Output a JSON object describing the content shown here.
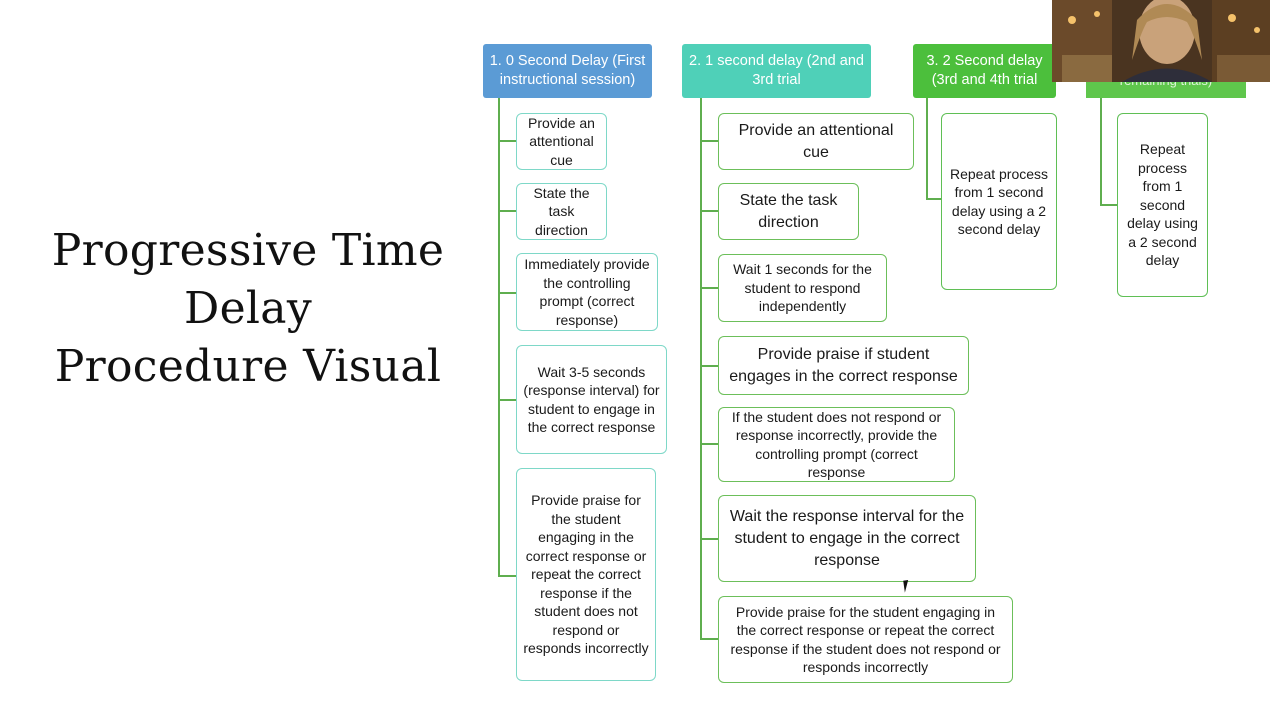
{
  "slide": {
    "title_lines": [
      "Progressive Time",
      "Delay",
      "Procedure Visual"
    ]
  },
  "columns": [
    {
      "header": "1. 0 Second Delay (First instructional session)",
      "color": "#5b9bd5",
      "steps": [
        "Provide an attentional cue",
        "State the task direction",
        "Immediately provide the controlling prompt (correct response)",
        "Wait 3-5 seconds (response interval) for student to engage in the correct response",
        "Provide praise for the student engaging in the correct response or repeat the correct response if the student does not respond or responds incorrectly"
      ]
    },
    {
      "header": "2. 1 second delay (2nd and 3rd trial",
      "color": "#4fd0b8",
      "steps": [
        "Provide an attentional cue",
        "State the task direction",
        "Wait 1 seconds for the student to respond independently",
        "Provide praise if student engages in the correct response",
        "If the student does not respond or response incorrectly, provide the controlling prompt (correct response",
        "Wait the response interval for the student to engage in the correct response",
        "Provide praise for the student engaging in the correct response or repeat the correct response if the student does not respond or responds incorrectly"
      ]
    },
    {
      "header": "3. 2 Second delay (3rd and 4th trial",
      "color": "#4cbf3c",
      "steps": [
        "Repeat process from 1 second delay using a 2 second delay"
      ]
    },
    {
      "header": "remaining trials)",
      "color": "#5fc64c",
      "steps": [
        "Repeat process from 1 second delay using a 2 second delay"
      ]
    }
  ],
  "webcam": {
    "icon": "presenter-video-icon"
  }
}
